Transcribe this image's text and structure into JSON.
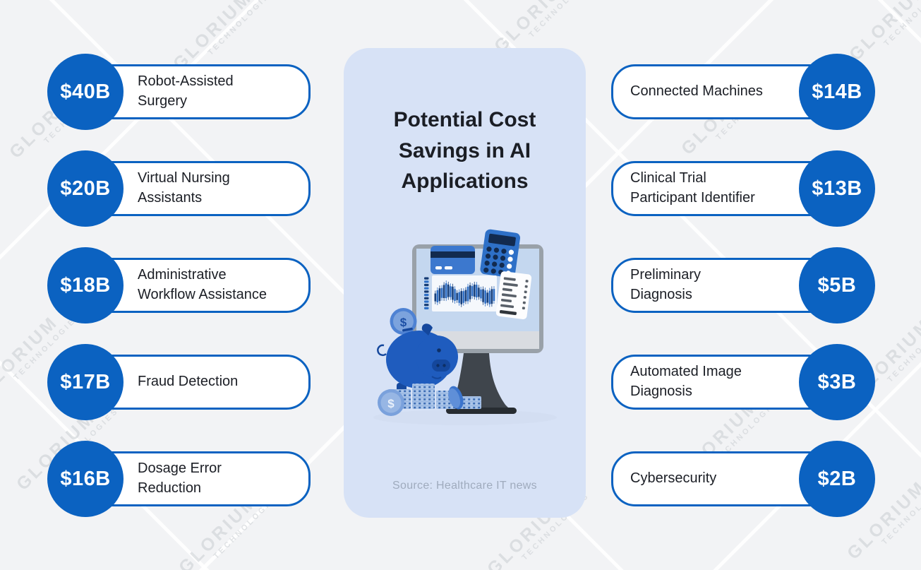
{
  "title": "Potential Cost\nSavings in AI\nApplications",
  "source": "Source: Healthcare IT news",
  "watermark": {
    "line1": "GLORIUM",
    "line2": "TECHNOLOGIES"
  },
  "items_left": [
    {
      "value": "$40B",
      "label": "Robot-Assisted\nSurgery"
    },
    {
      "value": "$20B",
      "label": "Virtual Nursing\nAssistants"
    },
    {
      "value": "$18B",
      "label": "Administrative\nWorkflow Assistance"
    },
    {
      "value": "$17B",
      "label": "Fraud Detection"
    },
    {
      "value": "$16B",
      "label": "Dosage Error\nReduction"
    }
  ],
  "items_right": [
    {
      "value": "$14B",
      "label": "Connected Machines"
    },
    {
      "value": "$13B",
      "label": "Clinical Trial\nParticipant Identifier"
    },
    {
      "value": "$5B",
      "label": "Preliminary\nDiagnosis"
    },
    {
      "value": "$3B",
      "label": "Automated Image\nDiagnosis"
    },
    {
      "value": "$2B",
      "label": "Cybersecurity"
    }
  ],
  "illustration": {
    "coin_symbol": "$"
  },
  "colors": {
    "accent_blue": "#0b62c1",
    "panel_bg": "#d7e2f6",
    "page_bg": "#f2f3f5",
    "text_dark": "#1b1e25",
    "source_text": "#9fabbd",
    "watermark": "#c9cdd2"
  },
  "chart_data": {
    "type": "bar",
    "title": "Potential Cost Savings in AI Applications",
    "categories": [
      "Robot-Assisted Surgery",
      "Virtual Nursing Assistants",
      "Administrative Workflow Assistance",
      "Fraud Detection",
      "Dosage Error Reduction",
      "Connected Machines",
      "Clinical Trial Participant Identifier",
      "Preliminary Diagnosis",
      "Automated Image Diagnosis",
      "Cybersecurity"
    ],
    "values": [
      40,
      20,
      18,
      17,
      16,
      14,
      13,
      5,
      3,
      2
    ],
    "unit": "billion USD",
    "value_labels": [
      "$40B",
      "$20B",
      "$18B",
      "$17B",
      "$16B",
      "$14B",
      "$13B",
      "$5B",
      "$3B",
      "$2B"
    ],
    "source": "Source: Healthcare IT news",
    "layout": "two-column infographic, values in circles, labels in pills"
  }
}
